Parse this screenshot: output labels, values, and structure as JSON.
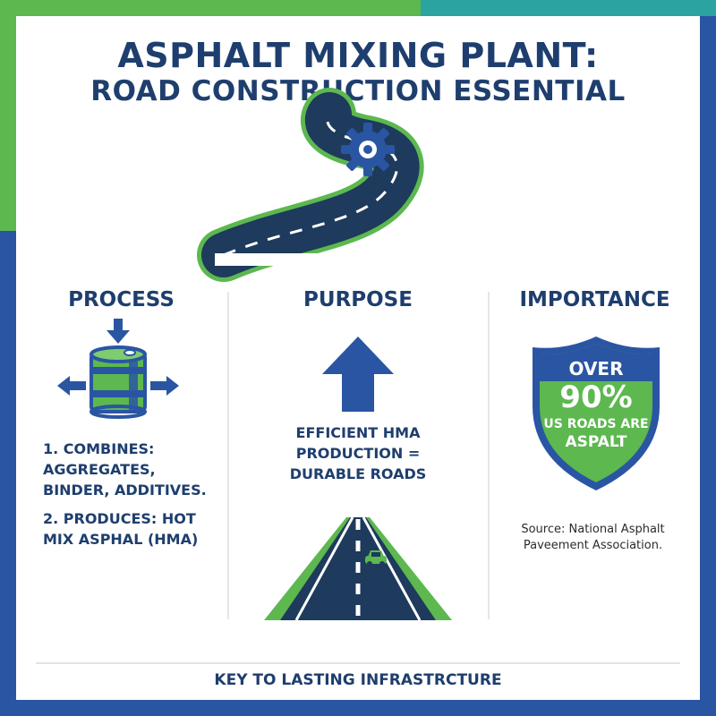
{
  "title": {
    "line1": "ASPHALT MIXING PLANT:",
    "line2": "ROAD CONSTRUCTION ESSENTIAL"
  },
  "columns": {
    "process": {
      "heading": "PROCESS",
      "steps": [
        "1. COMBINES: AGGREGATES, BINDER, ADDITIVES.",
        "2. PRODUCES: HOT MIX ASPHAL (HMA)"
      ],
      "icons": [
        "arrow-down-icon",
        "drum-icon",
        "arrow-left-icon",
        "arrow-right-icon"
      ]
    },
    "purpose": {
      "heading": "PURPOSE",
      "text_line1": "EFFICIENT HMA",
      "text_line2": "PRODUCTION =",
      "text_line3": "DURABLE ROADS",
      "icons": [
        "arrow-up-icon",
        "straight-road-icon",
        "car-icon"
      ]
    },
    "importance": {
      "heading": "IMPORTANCE",
      "shield": {
        "over": "OVER",
        "percent": "90%",
        "line1": "US ROADS ARE",
        "line2": "ASPALT"
      },
      "source_line1": "Source: National Asphalt",
      "source_line2": "Paveement Association."
    }
  },
  "footer": "KEY TO LASTING INFRASTRCTURE",
  "colors": {
    "navy": "#1e3e6e",
    "blue": "#2a55a3",
    "green": "#5cb84f",
    "teal": "#2aa3a1",
    "road": "#1e3a5c"
  },
  "header_icons": [
    "winding-road-icon",
    "gear-icon"
  ]
}
